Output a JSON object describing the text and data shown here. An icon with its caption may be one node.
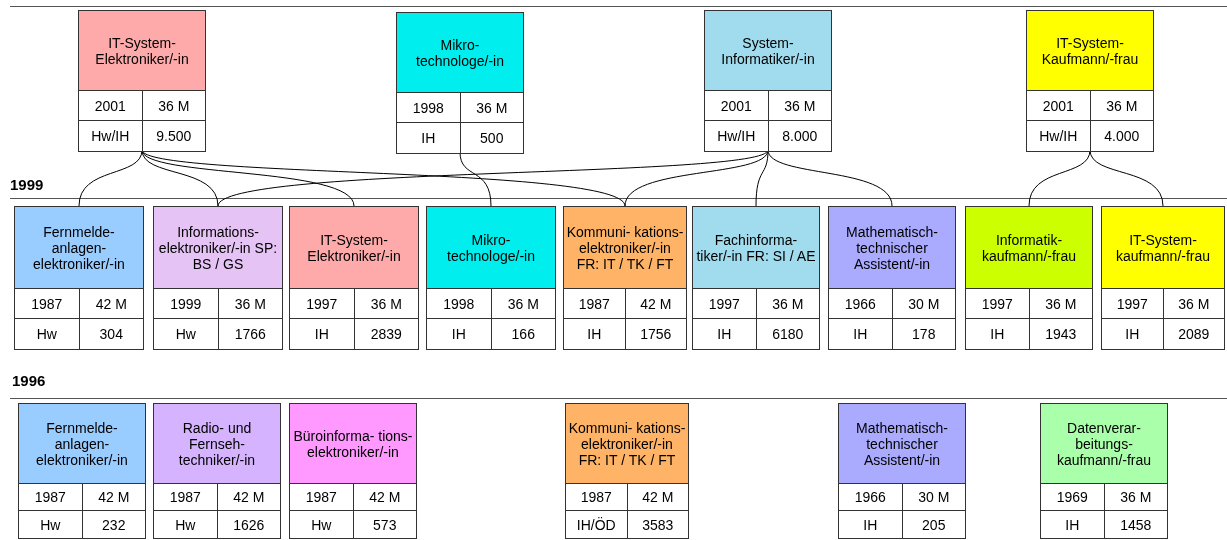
{
  "diagram": {
    "nodes": [
      {
        "text": [
          "IT-System- Elektroniker/-in",
          "2001",
          "36 M",
          "Hw/IH",
          "9.500"
        ]
      },
      {
        "text": [
          "Mikro- technologe/-in",
          "1998",
          "36 M",
          "IH",
          "500"
        ]
      },
      {
        "text": [
          "System- Informatiker/-in",
          "2001",
          "36 M",
          "Hw/IH",
          "8.000"
        ]
      },
      {
        "text": [
          "IT-System- Kaufmann/-frau",
          "2001",
          "36 M",
          "Hw/IH",
          "4.000"
        ]
      },
      {
        "text": [
          "Fernmelde- anlagen- elektroniker/-in",
          "1987",
          "42 M",
          "Hw",
          "304"
        ]
      },
      {
        "text": [
          "Informations- elektroniker/-in SP: BS / GS",
          "1999",
          "36 M",
          "Hw",
          "1766"
        ]
      },
      {
        "text": [
          "IT-System- Elektroniker/-in",
          "1997",
          "36 M",
          "IH",
          "2839"
        ]
      },
      {
        "text": [
          "Mikro- technologe/-in",
          "1998",
          "36 M",
          "IH",
          "166"
        ]
      },
      {
        "text": [
          "Kommuni- kations- elektroniker/-in FR: IT / TK / FT",
          "1987",
          "42 M",
          "IH",
          "1756"
        ]
      },
      {
        "text": [
          "Fachinforma- tiker/-in FR: SI / AE",
          "1997",
          "36 M",
          "IH",
          "6180"
        ]
      },
      {
        "text": [
          "Mathematisch- technischer Assistent/-in",
          "1966",
          "30 M",
          "IH",
          "178"
        ]
      },
      {
        "text": [
          "Informatik- kaufmann/-frau",
          "1997",
          "36 M",
          "IH",
          "1943"
        ]
      },
      {
        "text": [
          "IT-System- kaufmann/-frau",
          "1997",
          "36 M",
          "IH",
          "2089"
        ]
      },
      {
        "text": [
          "Fernmelde- anlagen- elektroniker/-in",
          "1987",
          "42 M",
          "Hw",
          "232"
        ]
      },
      {
        "text": [
          "Radio- und Fernseh- techniker/-in",
          "1987",
          "42 M",
          "Hw",
          "1626"
        ]
      },
      {
        "text": [
          "Büroinforma- tions- elektroniker/-in",
          "1987",
          "42 M",
          "Hw",
          "573"
        ]
      },
      {
        "text": [
          "Kommuni- kations- elektroniker/-in FR: IT / TK / FT",
          "1987",
          "42 M",
          "IH/ÖD",
          "3583"
        ]
      },
      {
        "text": [
          "Mathematisch- technischer Assistent/-in",
          "1966",
          "30 M",
          "IH",
          "205"
        ]
      },
      {
        "text": [
          "Datenverar- beitungs- kaufmann/-frau",
          "1969",
          "36 M",
          "IH",
          "1458"
        ]
      }
    ],
    "edges": [
      {
        "from": 0,
        "to": 4,
        "arrow": "none"
      },
      {
        "from": 0,
        "to": 5,
        "arrow": "none"
      },
      {
        "from": 0,
        "to": 6,
        "arrow": "none"
      },
      {
        "from": 0,
        "to": 8,
        "arrow": "none"
      },
      {
        "from": 1,
        "to": 7,
        "arrow": "none"
      },
      {
        "from": 2,
        "to": 5,
        "arrow": "none"
      },
      {
        "from": 2,
        "to": 8,
        "arrow": "none"
      },
      {
        "from": 2,
        "to": 9,
        "arrow": "none"
      },
      {
        "from": 2,
        "to": 10,
        "arrow": "none"
      },
      {
        "from": 3,
        "to": 11,
        "arrow": "none"
      },
      {
        "from": 3,
        "to": 12,
        "arrow": "none"
      }
    ],
    "labels": [
      "1999",
      "1996"
    ]
  }
}
